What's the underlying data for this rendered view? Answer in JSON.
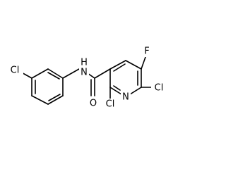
{
  "molecule": {
    "atoms": [
      {
        "id": "cl1",
        "symbol": "Cl",
        "color": "#000000"
      },
      {
        "id": "n_amide",
        "symbol": "N",
        "color": "#000000"
      },
      {
        "id": "h_amide",
        "symbol": "H",
        "color": "#000000"
      },
      {
        "id": "o1",
        "symbol": "O",
        "color": "#000000"
      },
      {
        "id": "f1",
        "symbol": "F",
        "color": "#000000"
      },
      {
        "id": "cl2",
        "symbol": "Cl",
        "color": "#000000"
      },
      {
        "id": "n_ring",
        "symbol": "N",
        "color": "#000000"
      },
      {
        "id": "cl3",
        "symbol": "Cl",
        "color": "#000000"
      }
    ]
  }
}
